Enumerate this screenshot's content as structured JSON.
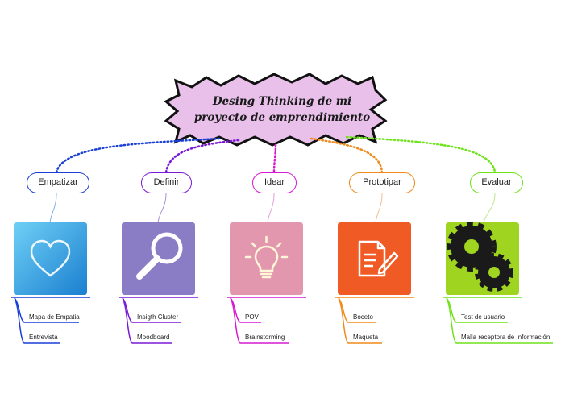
{
  "root": {
    "line1": "Desing Thinking de mi",
    "line2": "proyecto de emprendimiento",
    "fill": "#e8c0ea"
  },
  "branches": [
    {
      "label": "Empatizar",
      "color": "#1a3fd6",
      "tile_color": "#2f9fe0",
      "icon": "heart-icon",
      "leaves": [
        "Mapa de Empatia",
        "Entrevista"
      ]
    },
    {
      "label": "Definir",
      "color": "#7a1ad6",
      "tile_color": "#8a7dc6",
      "icon": "magnifier-icon",
      "leaves": [
        "Insigth Cluster",
        "Moodboard"
      ]
    },
    {
      "label": "Idear",
      "color": "#d61ad0",
      "tile_color": "#e397ae",
      "icon": "lightbulb-icon",
      "leaves": [
        "POV",
        "Brainstorming"
      ]
    },
    {
      "label": "Prototipar",
      "color": "#f08a1a",
      "tile_color": "#f05a24",
      "icon": "document-pen-icon",
      "leaves": [
        "Boceto",
        "Maqueta"
      ]
    },
    {
      "label": "Evaluar",
      "color": "#6fe21a",
      "tile_color": "#9fd421",
      "icon": "gears-icon",
      "leaves": [
        "Test de usuario",
        "Malla receptora de Información"
      ]
    }
  ]
}
